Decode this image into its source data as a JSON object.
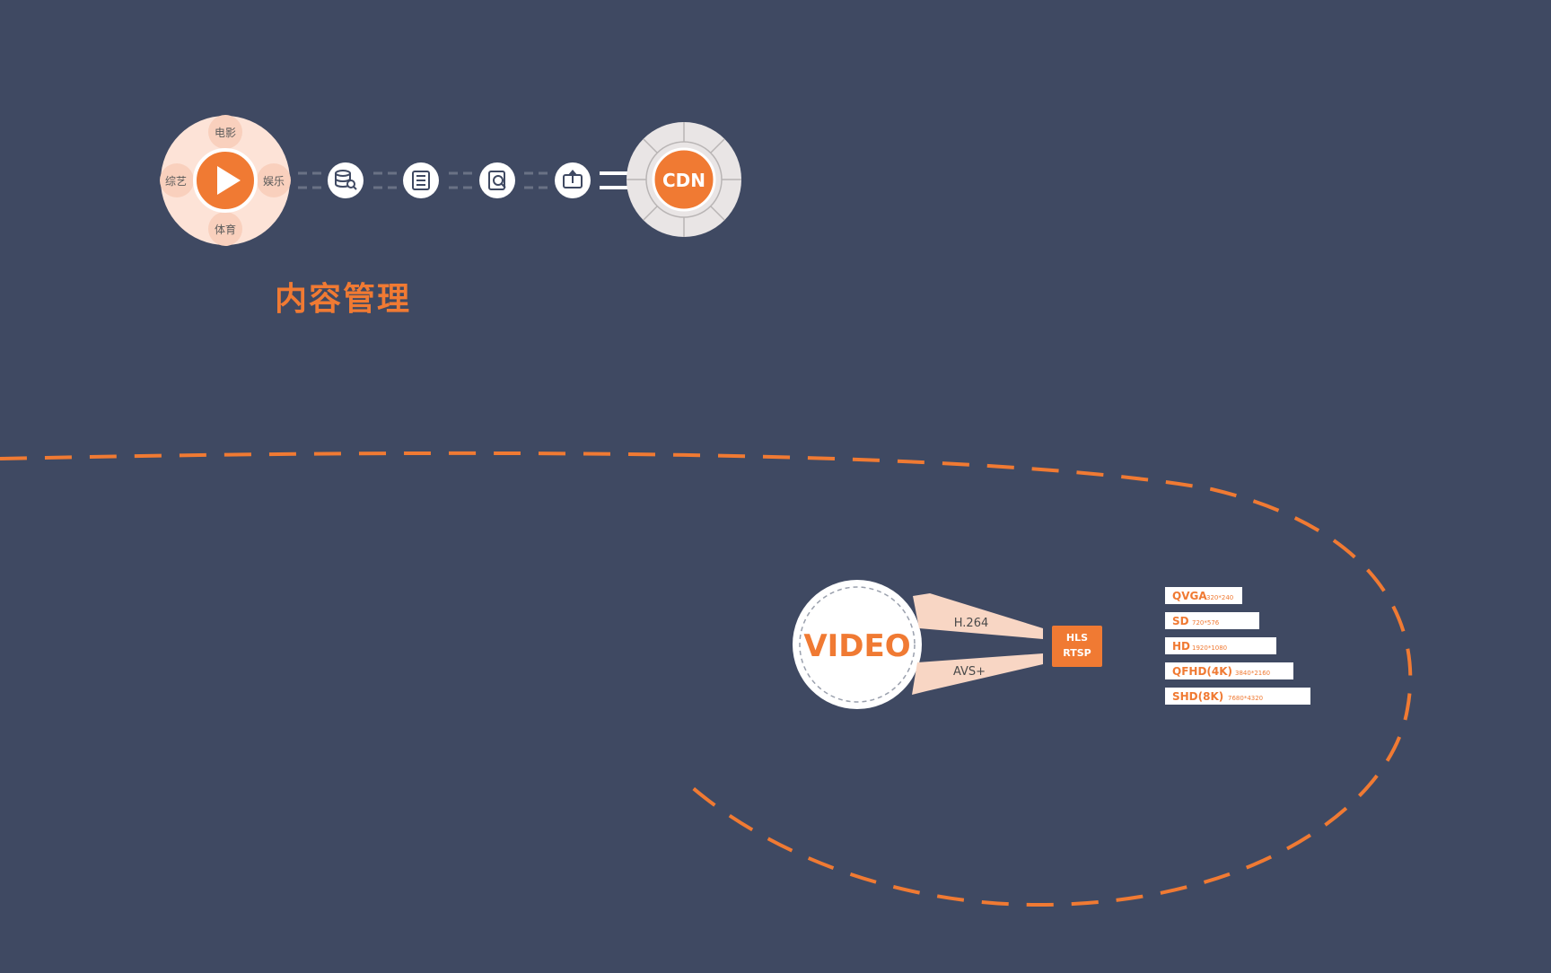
{
  "colors": {
    "background": "#3f4962",
    "accent": "#f07a33",
    "light": "#f6ddd2",
    "white": "#ffffff"
  },
  "content_wheel": {
    "segments": [
      "电影",
      "娱乐",
      "体育",
      "综艺"
    ],
    "center_icon": "play-icon"
  },
  "pipeline_icons": [
    "database-search-icon",
    "list-icon",
    "search-doc-icon",
    "upload-icon"
  ],
  "cdn": {
    "label": "CDN"
  },
  "section_title": "内容管理",
  "video": {
    "label": "VIDEO",
    "codecs": [
      "H.264",
      "AVS+"
    ],
    "protocols": [
      "HLS",
      "RTSP"
    ]
  },
  "resolutions": [
    {
      "name": "QVGA",
      "detail": "320*240"
    },
    {
      "name": "SD",
      "detail": "720*576"
    },
    {
      "name": "HD",
      "detail": "1920*1080"
    },
    {
      "name": "QFHD(4K)",
      "detail": "3840*2160"
    },
    {
      "name": "SHD(8K)",
      "detail": "7680*4320"
    }
  ]
}
